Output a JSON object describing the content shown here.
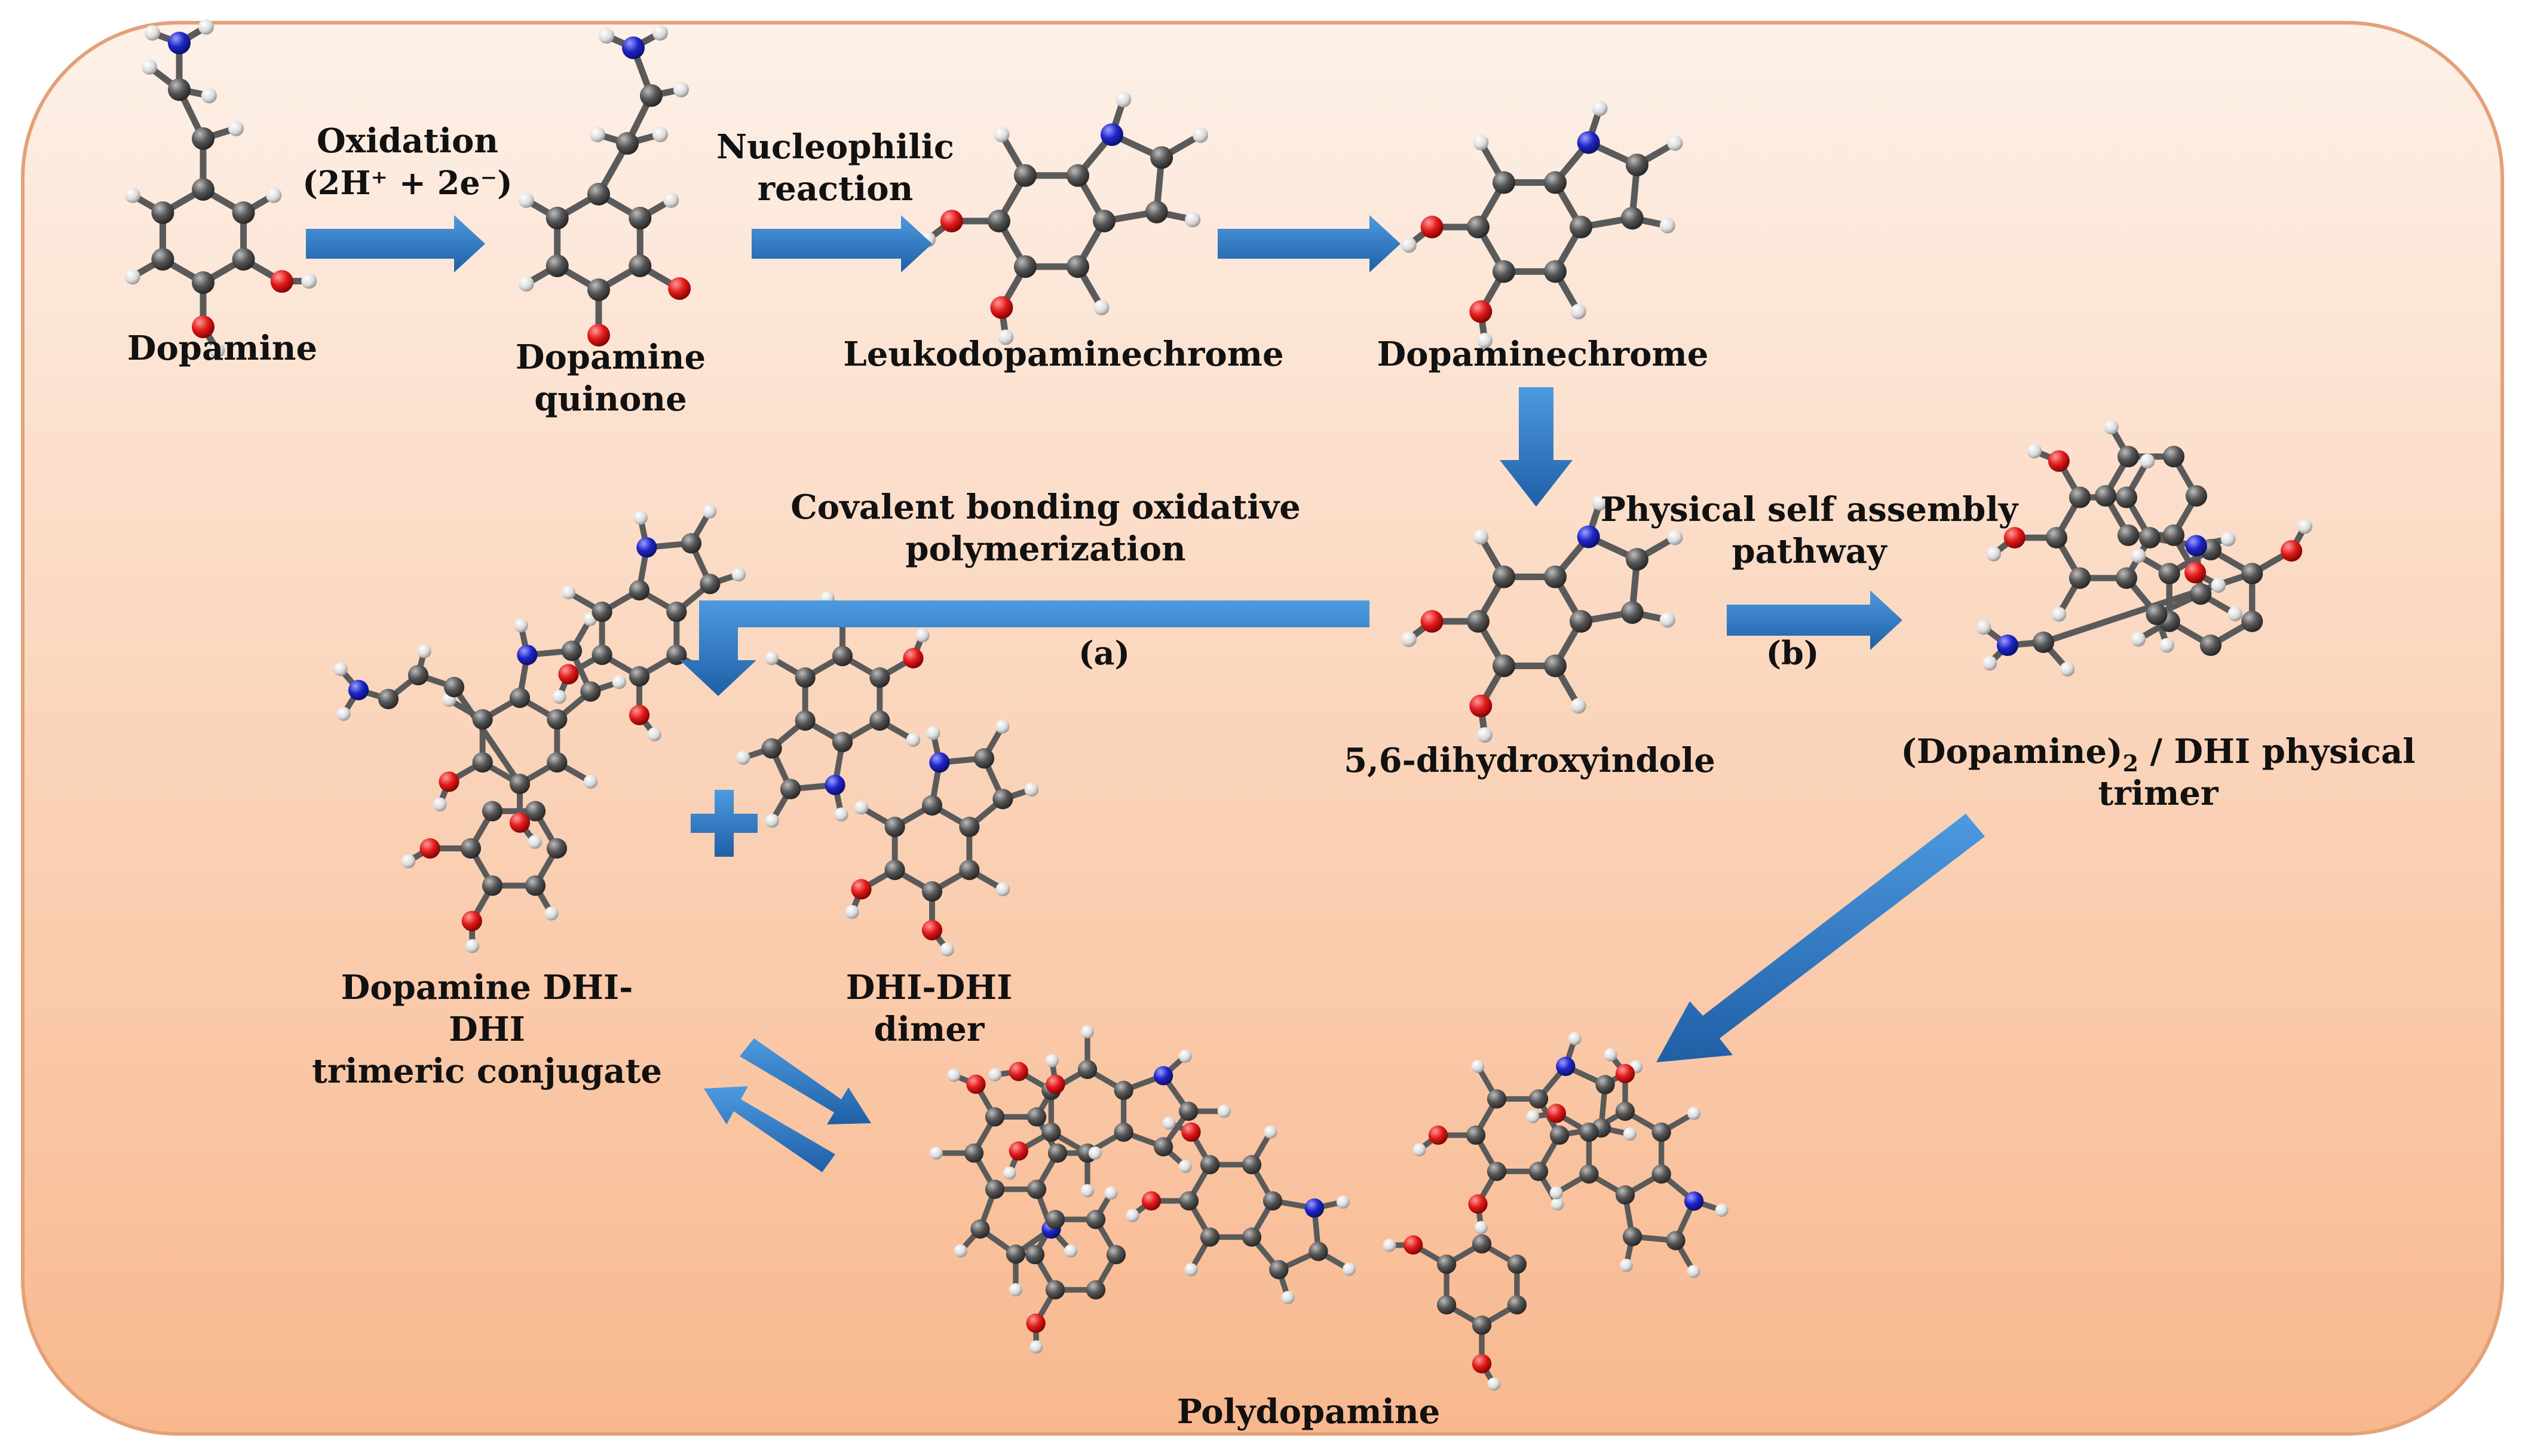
{
  "colors": {
    "panel_top": "#fdf1e8",
    "panel_bottom": "#f8b88e",
    "panel_border": "#e4a177",
    "arrow": "#2f7fcf",
    "arrow_dark": "#1f5fa6",
    "carbon": "#4a4a4a",
    "hydrogen": "#e9e9e9",
    "oxygen": "#e21a1a",
    "nitrogen": "#1e24c8"
  },
  "icons": [
    "right-arrow-icon",
    "down-arrow-icon",
    "diagonal-arrow-icon",
    "plus-icon",
    "equilibrium-arrows-icon",
    "molecule-model-icon"
  ],
  "labels": {
    "dopamine": "Dopamine",
    "oxidation": "Oxidation",
    "oxidation_formula": "(2H⁺ + 2e⁻)",
    "dopamine_quinone_1": "Dopamine",
    "dopamine_quinone_2": "quinone",
    "nucleophilic_1": "Nucleophilic",
    "nucleophilic_2": "reaction",
    "leuko": "Leukodopaminechrome",
    "dopaminechrome": "Dopaminechrome",
    "covalent_1": "Covalent bonding oxidative",
    "covalent_2": "polymerization",
    "path_a": "(a)",
    "physical_1": "Physical self assembly",
    "physical_2": "pathway",
    "path_b": "(b)",
    "dhi": "5,6-dihydroxyindole",
    "trimer_1_a": "(Dopamine)",
    "trimer_1_sub": "2",
    "trimer_1_b": " / DHI physical",
    "trimer_2": "trimer",
    "conj_1": "Dopamine DHI-",
    "conj_2": "DHI",
    "conj_3": "trimeric conjugate",
    "dimer_1": "DHI-DHI",
    "dimer_2": "dimer",
    "polydopamine": "Polydopamine"
  }
}
